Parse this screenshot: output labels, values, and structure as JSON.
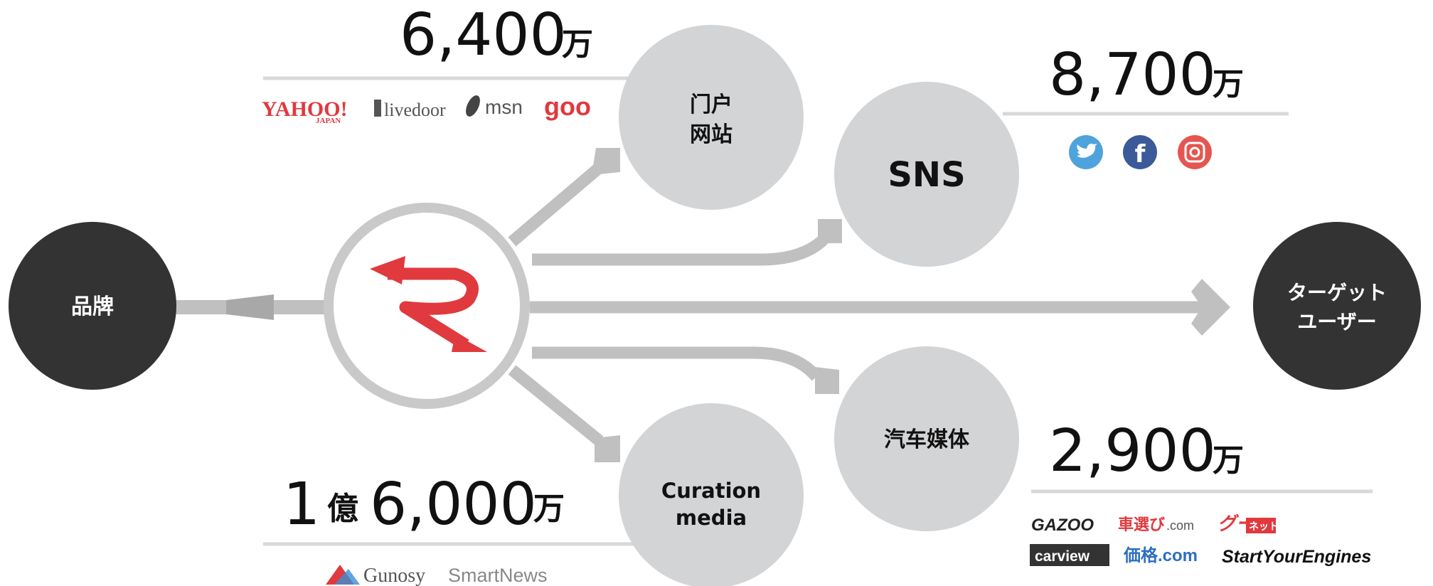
{
  "nodes": {
    "brand": "品牌",
    "target_line1": "ターゲット",
    "target_line2": "ユーザー",
    "portal_line1": "门户",
    "portal_line2": "网站",
    "sns": "SNS",
    "auto_media": "汽车媒体",
    "curation_line1": "Curation",
    "curation_line2": "media"
  },
  "stats": {
    "portal": {
      "number": "6,400",
      "unit": "万"
    },
    "sns": {
      "number": "8,700",
      "unit": "万"
    },
    "auto": {
      "number": "2,900",
      "unit": "万"
    },
    "curation": {
      "prefix": "1",
      "mid_unit": "億",
      "number": "6,000",
      "unit": "万"
    }
  },
  "logos": {
    "portal": [
      "YAHOO!",
      "JAPAN",
      "livedoor",
      "msn",
      "goo"
    ],
    "sns_icons": [
      "twitter-icon",
      "facebook-icon",
      "instagram-icon"
    ],
    "auto": [
      "GAZOO",
      "車選び",
      ".com",
      "グー",
      "ネット",
      "carview",
      "価格.com",
      "StartYourEngines"
    ],
    "curation": [
      "Gunosy",
      "SmartNews"
    ]
  },
  "colors": {
    "dark_node": "#333333",
    "light_node": "#d3d4d6",
    "arrow": "#c0c0c0",
    "accent_red": "#e03a3e",
    "twitter": "#4fa3dd",
    "facebook": "#3c5a99",
    "instagram": "#e4564f"
  }
}
